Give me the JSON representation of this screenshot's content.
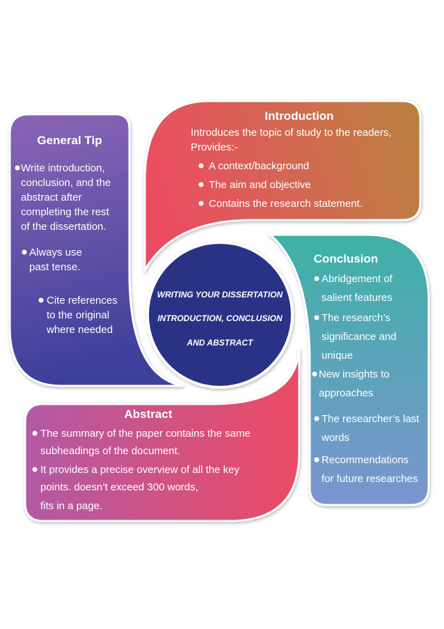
{
  "center": {
    "line1": "WRITING YOUR DISSERTATION",
    "line2": "INTRODUCTION, CONCLUSION",
    "line3": "AND ABSTRACT"
  },
  "general_tip": {
    "title": "General Tip",
    "item1": [
      "Write introduction,",
      "conclusion, and the",
      "abstract after",
      "completing the rest",
      "of the dissertation."
    ],
    "item2": [
      "Always use",
      "past tense."
    ],
    "item3": [
      "Cite references",
      "to the original",
      "where needed"
    ]
  },
  "introduction": {
    "title": "Introduction",
    "intro": [
      "Introduces the topic of study to the readers,",
      "Provides:-"
    ],
    "bullets": [
      "A context/background",
      "The aim and objective",
      "Contains the research statement."
    ]
  },
  "conclusion": {
    "title": "Conclusion",
    "item1": [
      "Abridgement of",
      "salient features"
    ],
    "item2": [
      "The research’s",
      "significance and",
      "unique"
    ],
    "item3": [
      "New insights to",
      "approaches"
    ],
    "item4": [
      "The researcher’s last",
      "words"
    ],
    "item5": [
      "Recommendations",
      "for future researches"
    ]
  },
  "abstract": {
    "title": "Abstract",
    "item1": [
      "The summary of the paper contains the same",
      "subheadings of the document."
    ],
    "item2": [
      "It provides a precise overview of all the key",
      "points. doesn’t exceed 300 words,",
      "fits in a page."
    ]
  },
  "colors": {
    "general_tip": [
      "#8b65b6",
      "#3d3f9a"
    ],
    "introduction": [
      "#ea4e62",
      "#b9823f"
    ],
    "conclusion": [
      "#3eb1a6",
      "#7b95cf"
    ],
    "abstract": [
      "#b15aa5",
      "#ec4b63"
    ],
    "center": "#2b3286"
  }
}
